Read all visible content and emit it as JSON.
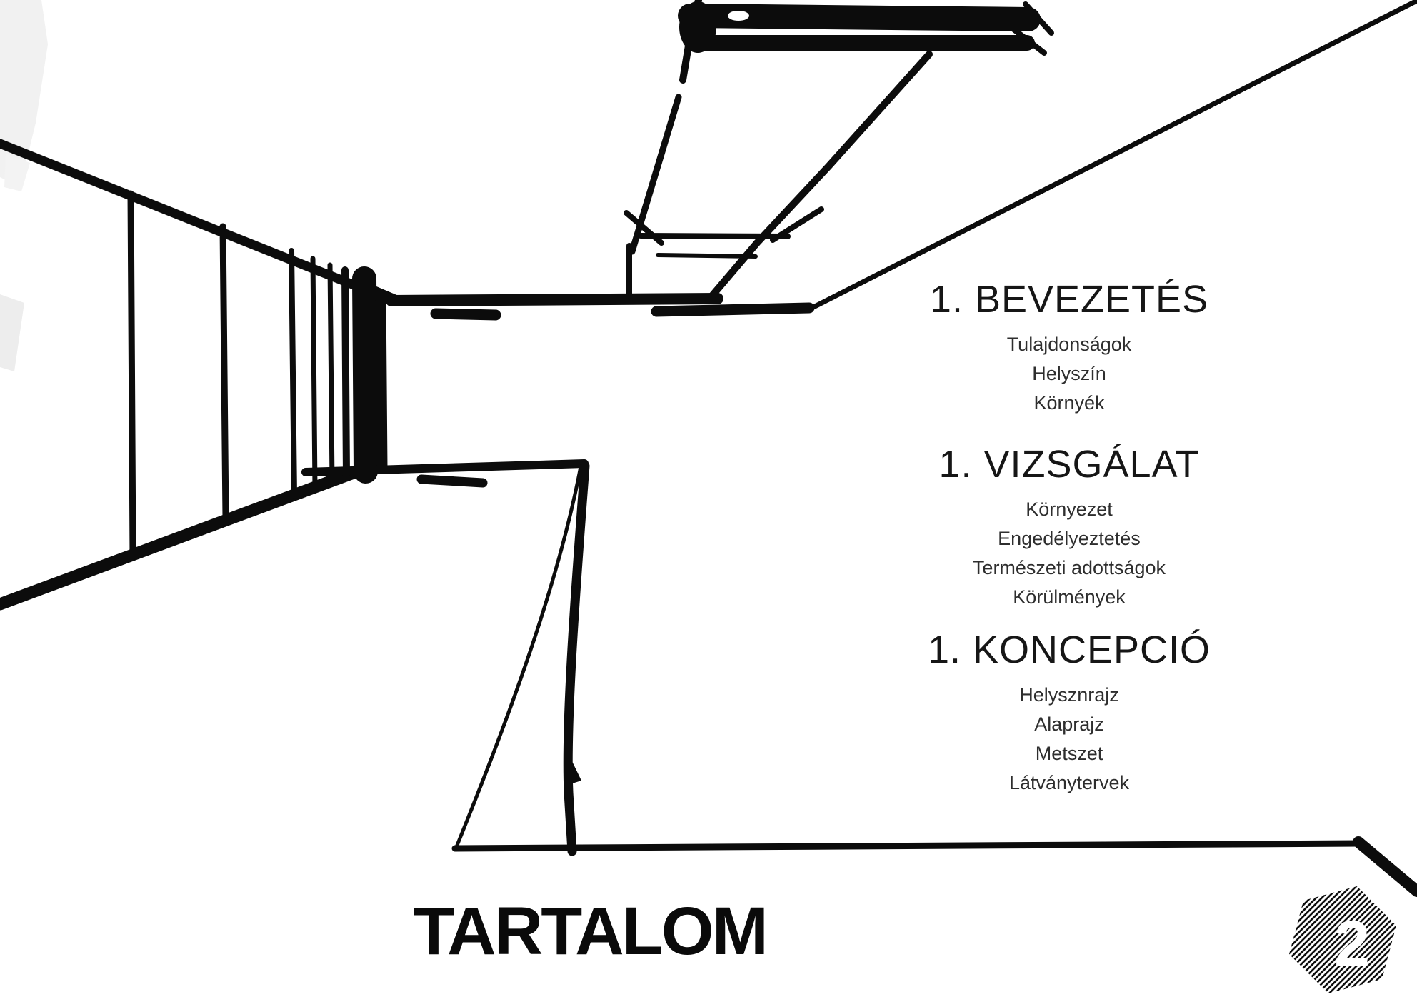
{
  "slide": {
    "title": "TARTALOM",
    "sections": [
      {
        "title": "1. BEVEZETÉS",
        "items": [
          "Tulajdonságok",
          "Helyszín",
          "Környék"
        ]
      },
      {
        "title": "1. VIZSGÁLAT",
        "items": [
          "Környezet",
          "Engedélyeztetés",
          "Természeti adottságok",
          "Körülmények"
        ]
      },
      {
        "title": "1. KONCEPCIÓ",
        "items": [
          "Helysznrajz",
          "Alaprajz",
          "Metszet",
          "Látványtervek"
        ]
      }
    ],
    "logo": {
      "glyph": "2"
    },
    "colors": {
      "ink": "#0c0c0c",
      "background": "#ffffff",
      "smudge": "#f1f1f1"
    }
  }
}
